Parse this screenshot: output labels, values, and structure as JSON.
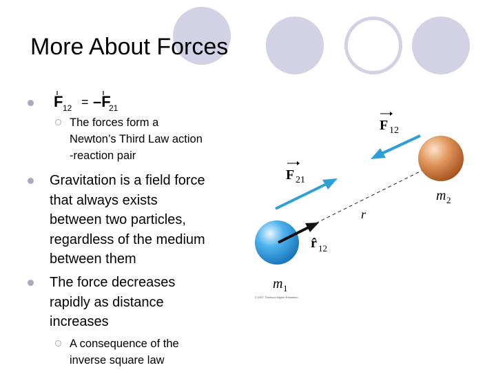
{
  "slide": {
    "title": "More About Forces",
    "formula": {
      "lhs_symbol": "F",
      "lhs_subscript": "12",
      "equals": "=",
      "rhs_symbol": "–F",
      "rhs_subscript": "21"
    },
    "sub_bullet_1": [
      "The forces form a",
      "Newton’s Third Law action",
      "-reaction pair"
    ],
    "bullet_2": [
      "Gravitation is a field force",
      "that always exists",
      "between two particles,",
      "regardless of the medium",
      "between them"
    ],
    "bullet_3": [
      "The force decreases",
      "rapidly as distance",
      "increases"
    ],
    "sub_bullet_2": [
      "A consequence of the",
      "inverse square law"
    ]
  },
  "figure": {
    "label_f12": "F",
    "label_f12_sub": "12",
    "label_f21": "F",
    "label_f21_sub": "21",
    "label_m2": "m",
    "label_m2_sub": "2",
    "label_r": "r",
    "label_rhat": "r̂",
    "label_rhat_sub": "12",
    "label_m1": "m",
    "label_m1_sub": "1",
    "credit": "© 2007 Thomson Higher Education"
  },
  "colors": {
    "decor_circle_fill": "#d2d1e6",
    "decor_circle_outline": "#d2d1e6",
    "bullet": "#aaa9bd",
    "force_arrow": "#2f9fd8",
    "unit_vector_arrow": "#111111",
    "sphere_m2": "#d97a3a",
    "sphere_m1": "#2d9be0"
  }
}
